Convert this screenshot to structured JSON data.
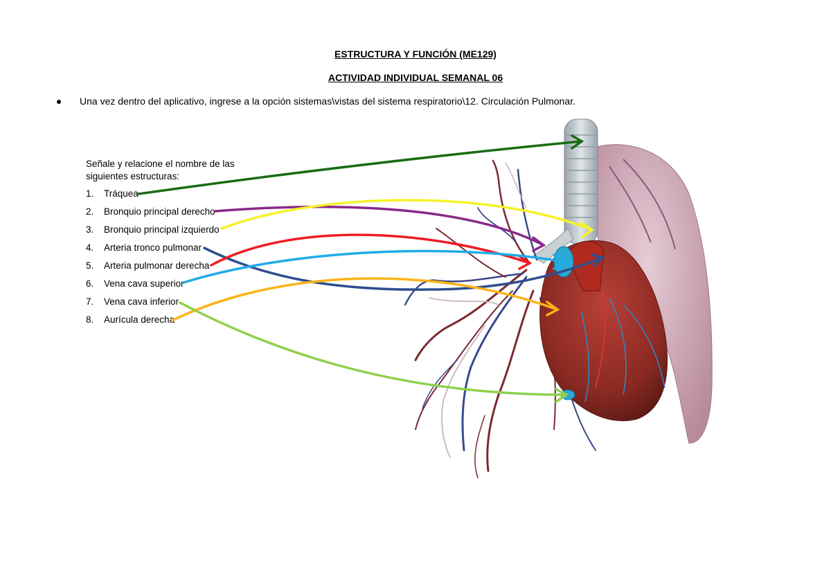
{
  "title": "ESTRUCTURA Y FUNCIÓN (ME129)",
  "subtitle": "ACTIVIDAD INDIVIDUAL SEMANAL 06",
  "instruction": "Una vez dentro del aplicativo, ingrese a la opción sistemas\\vistas del sistema respiratorio\\12. Circulación Pulmonar.",
  "prompt": "Señale y relacione el nombre de las siguientes estructuras:",
  "items": [
    {
      "num": "1.",
      "label": "Tráquea",
      "color": "#1a6b12"
    },
    {
      "num": "2.",
      "label": "Bronquio principal derecho",
      "color": "#8a2a8a"
    },
    {
      "num": "3.",
      "label": "Bronquio principal izquierdo",
      "color": "#f7f12a"
    },
    {
      "num": "4.",
      "label": "Arteria tronco pulmonar",
      "color": "#2e4f8e"
    },
    {
      "num": "5.",
      "label": "Arteria pulmonar derecha",
      "color": "#ee1c24"
    },
    {
      "num": "6.",
      "label": "Vena cava superior",
      "color": "#21abe6"
    },
    {
      "num": "7.",
      "label": "Vena cava inferior",
      "color": "#8fd04d"
    },
    {
      "num": "8.",
      "label": "Aurícula derecha",
      "color": "#fbb417"
    }
  ]
}
